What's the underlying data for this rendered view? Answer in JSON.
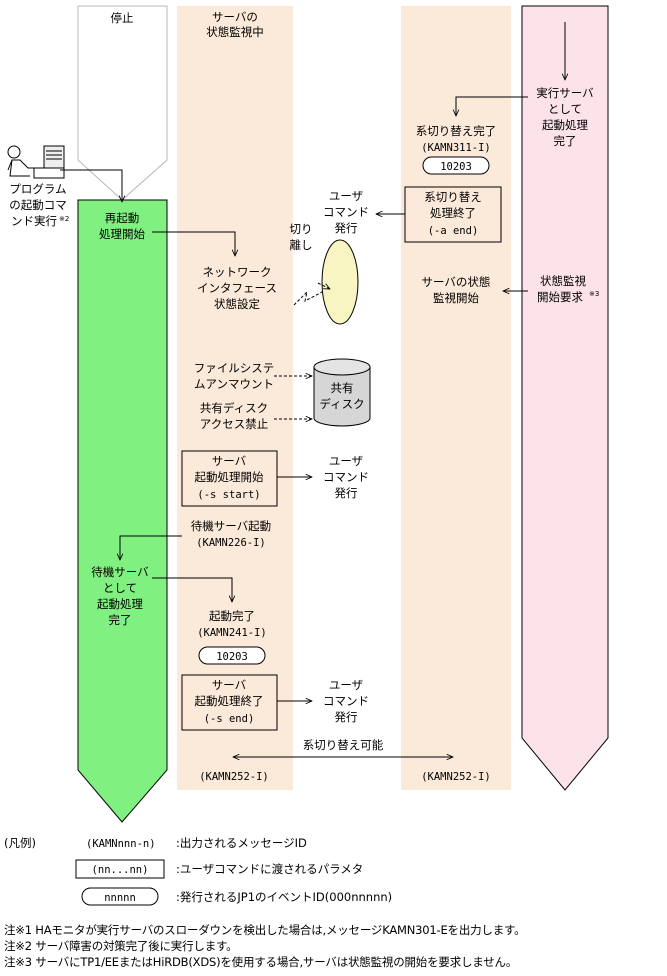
{
  "columns": {
    "stopped": "停止",
    "monitoring": [
      "サーバの",
      "状態監視中"
    ]
  },
  "exec_server": {
    "startup_complete": [
      "実行サーバ",
      "として",
      "起動処理",
      "完了"
    ],
    "monitor_request": [
      "状態監視",
      "開始要求"
    ],
    "monitor_request_ref": "※3"
  },
  "switch_side": {
    "switch_complete": "系切り替え完了",
    "switch_complete_msg": "(KAMN311-I)",
    "event_id": "10203",
    "switch_end_box": [
      "系切り替え",
      "処理終了",
      "(-a end)"
    ],
    "user_command": [
      "ユーザ",
      "コマンド",
      "発行"
    ],
    "monitor_start": [
      "サーバの状態",
      "監視開始"
    ],
    "switchable_msg": "(KAMN252-I)"
  },
  "program": {
    "label": [
      "プログラム",
      "の起動コマ",
      "ンド実行"
    ],
    "ref": "※2"
  },
  "standby_column": {
    "restart": [
      "再起動",
      "処理開始"
    ],
    "standby_complete": [
      "待機サーバ",
      "として",
      "起動処理",
      "完了"
    ]
  },
  "monitor_side": {
    "netif": [
      "ネットワーク",
      "インタフェース",
      "状態設定"
    ],
    "detach": [
      "切り",
      "離し"
    ],
    "fs_unmount": [
      "ファイルシステ",
      "ムアンマウント"
    ],
    "disk_block": [
      "共有ディスク",
      "アクセス禁止"
    ],
    "shared_disk": [
      "共有",
      "ディスク"
    ],
    "start_box": [
      "サーバ",
      "起動処理開始",
      "(-s start)"
    ],
    "user_command_1": [
      "ユーザ",
      "コマンド",
      "発行"
    ],
    "standby_start": "待機サーバ起動",
    "standby_start_msg": "(KAMN226-I)",
    "startup_done": "起動完了",
    "startup_done_msg": "(KAMN241-I)",
    "event_id": "10203",
    "end_box": [
      "サーバ",
      "起動処理終了",
      "(-s end)"
    ],
    "user_command_2": [
      "ユーザ",
      "コマンド",
      "発行"
    ],
    "switchable_msg": "(KAMN252-I)"
  },
  "switchable_label": "系切り替え可能",
  "legend": {
    "title": "(凡例)",
    "msg_sample": "(KAMNnnn-n)",
    "msg_desc": ":出力されるメッセージID",
    "param_sample": "(nn...nn)",
    "param_desc": ":ユーザコマンドに渡されるパラメタ",
    "event_sample": "nnnnn",
    "event_desc": ":発行されるJP1のイベントID(000nnnnn)"
  },
  "notes": [
    "注※1 HAモニタが実行サーバのスローダウンを検出した場合は,メッセージKAMN301-Eを出力します。",
    "注※2 サーバ障害の対策完了後に実行します。",
    "注※3 サーバにTP1/EEまたはHiRDB(XDS)を使用する場合,サーバは状態監視の開始を要求しません。"
  ],
  "colors": {
    "green": "#80f080",
    "peach": "#fbe9da",
    "pink": "#fce3ea",
    "disk": "#d6d6d6",
    "ellipse": "#f8f5c2"
  }
}
